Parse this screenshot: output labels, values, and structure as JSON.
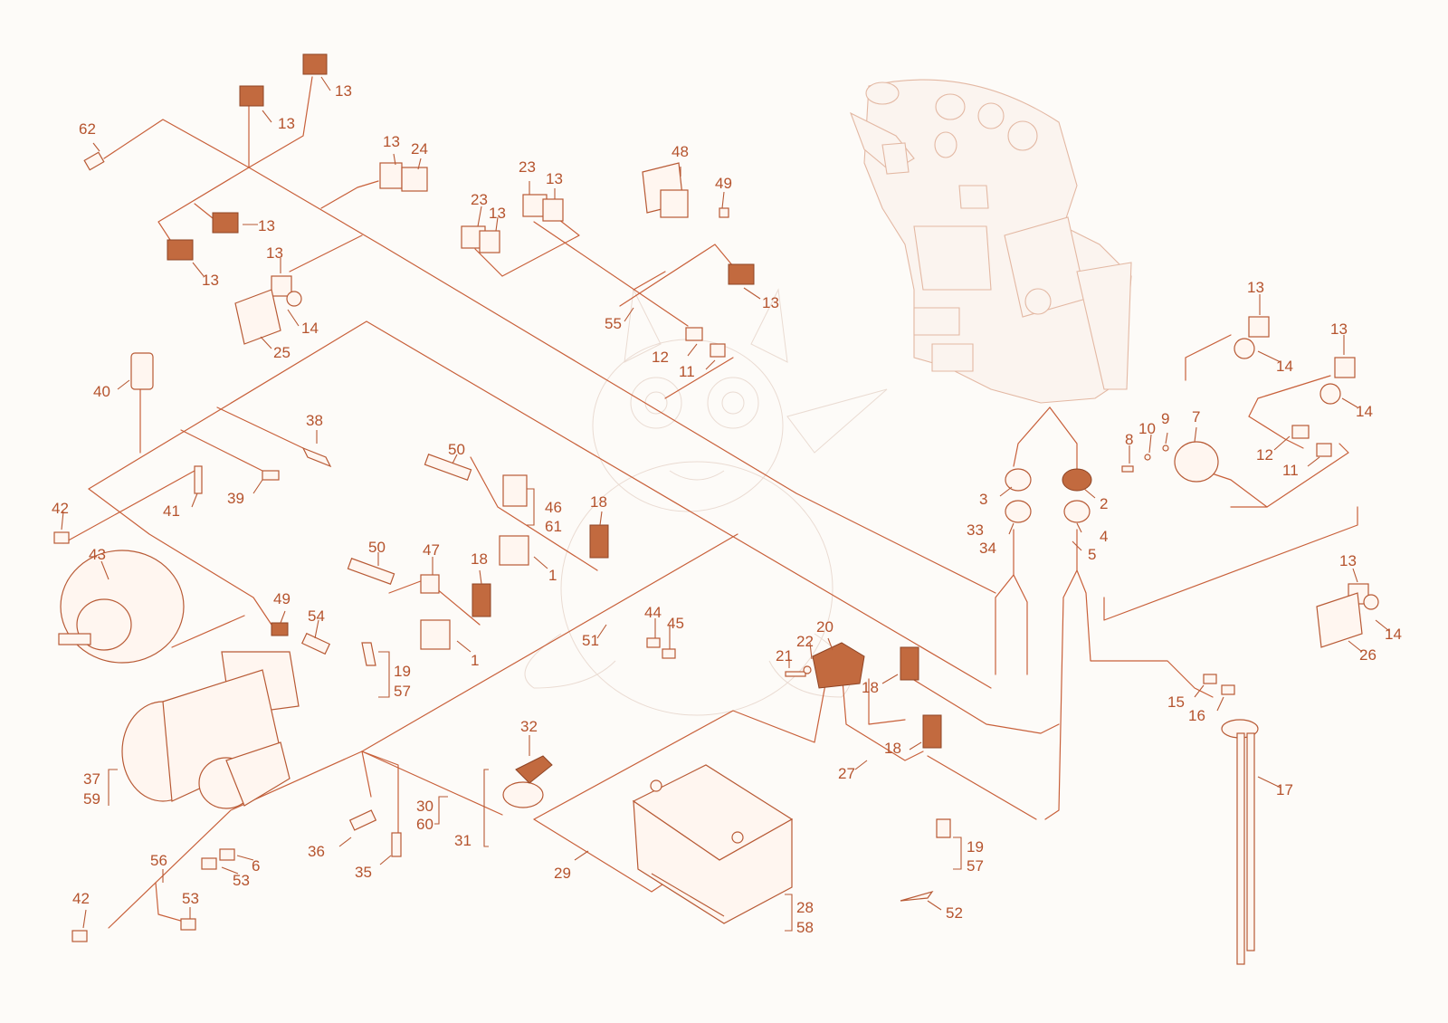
{
  "colors": {
    "ink": "#b5532d",
    "wire": "#c8603a",
    "background": "#fdfbf8",
    "ghost": "#e3b8a3"
  },
  "callouts": [
    {
      "id": "c62",
      "label": "62"
    },
    {
      "id": "c13a",
      "label": "13"
    },
    {
      "id": "c13b",
      "label": "13"
    },
    {
      "id": "c13c",
      "label": "13"
    },
    {
      "id": "c24",
      "label": "24"
    },
    {
      "id": "c13d",
      "label": "13"
    },
    {
      "id": "c13e",
      "label": "13"
    },
    {
      "id": "c13f",
      "label": "13"
    },
    {
      "id": "c14a",
      "label": "14"
    },
    {
      "id": "c25",
      "label": "25"
    },
    {
      "id": "c23a",
      "label": "23"
    },
    {
      "id": "c13g",
      "label": "13"
    },
    {
      "id": "c23b",
      "label": "23"
    },
    {
      "id": "c13h",
      "label": "13"
    },
    {
      "id": "c48",
      "label": "48"
    },
    {
      "id": "c49a",
      "label": "49"
    },
    {
      "id": "c13i",
      "label": "13"
    },
    {
      "id": "c55",
      "label": "55"
    },
    {
      "id": "c12a",
      "label": "12"
    },
    {
      "id": "c11a",
      "label": "11"
    },
    {
      "id": "c40",
      "label": "40"
    },
    {
      "id": "c38",
      "label": "38"
    },
    {
      "id": "c39",
      "label": "39"
    },
    {
      "id": "c41",
      "label": "41"
    },
    {
      "id": "c42a",
      "label": "42"
    },
    {
      "id": "c50a",
      "label": "50"
    },
    {
      "id": "c46",
      "label": "46"
    },
    {
      "id": "c61",
      "label": "61"
    },
    {
      "id": "c18a",
      "label": "18"
    },
    {
      "id": "c1a",
      "label": "1"
    },
    {
      "id": "c50b",
      "label": "50"
    },
    {
      "id": "c47",
      "label": "47"
    },
    {
      "id": "c18b",
      "label": "18"
    },
    {
      "id": "c1b",
      "label": "1"
    },
    {
      "id": "c43",
      "label": "43"
    },
    {
      "id": "c49b",
      "label": "49"
    },
    {
      "id": "c54",
      "label": "54"
    },
    {
      "id": "c19a",
      "label": "19"
    },
    {
      "id": "c57a",
      "label": "57"
    },
    {
      "id": "c51",
      "label": "51"
    },
    {
      "id": "c44",
      "label": "44"
    },
    {
      "id": "c45",
      "label": "45"
    },
    {
      "id": "c20",
      "label": "20"
    },
    {
      "id": "c22",
      "label": "22"
    },
    {
      "id": "c21",
      "label": "21"
    },
    {
      "id": "c18c",
      "label": "18"
    },
    {
      "id": "c18d",
      "label": "18"
    },
    {
      "id": "c27",
      "label": "27"
    },
    {
      "id": "c3",
      "label": "3"
    },
    {
      "id": "c2",
      "label": "2"
    },
    {
      "id": "c33",
      "label": "33"
    },
    {
      "id": "c34",
      "label": "34"
    },
    {
      "id": "c4",
      "label": "4"
    },
    {
      "id": "c5",
      "label": "5"
    },
    {
      "id": "c8",
      "label": "8"
    },
    {
      "id": "c10",
      "label": "10"
    },
    {
      "id": "c9",
      "label": "9"
    },
    {
      "id": "c7",
      "label": "7"
    },
    {
      "id": "c13j",
      "label": "13"
    },
    {
      "id": "c14b",
      "label": "14"
    },
    {
      "id": "c13k",
      "label": "13"
    },
    {
      "id": "c14c",
      "label": "14"
    },
    {
      "id": "c12b",
      "label": "12"
    },
    {
      "id": "c11b",
      "label": "11"
    },
    {
      "id": "c13l",
      "label": "13"
    },
    {
      "id": "c14d",
      "label": "14"
    },
    {
      "id": "c26",
      "label": "26"
    },
    {
      "id": "c15",
      "label": "15"
    },
    {
      "id": "c16",
      "label": "16"
    },
    {
      "id": "c17",
      "label": "17"
    },
    {
      "id": "c37",
      "label": "37"
    },
    {
      "id": "c59",
      "label": "59"
    },
    {
      "id": "c32",
      "label": "32"
    },
    {
      "id": "c30",
      "label": "30"
    },
    {
      "id": "c60",
      "label": "60"
    },
    {
      "id": "c31",
      "label": "31"
    },
    {
      "id": "c29",
      "label": "29"
    },
    {
      "id": "c36",
      "label": "36"
    },
    {
      "id": "c35",
      "label": "35"
    },
    {
      "id": "c56",
      "label": "56"
    },
    {
      "id": "c6",
      "label": "6"
    },
    {
      "id": "c53a",
      "label": "53"
    },
    {
      "id": "c53b",
      "label": "53"
    },
    {
      "id": "c42b",
      "label": "42"
    },
    {
      "id": "c19b",
      "label": "19"
    },
    {
      "id": "c57b",
      "label": "57"
    },
    {
      "id": "c52",
      "label": "52"
    },
    {
      "id": "c28",
      "label": "28"
    },
    {
      "id": "c58",
      "label": "58"
    }
  ]
}
